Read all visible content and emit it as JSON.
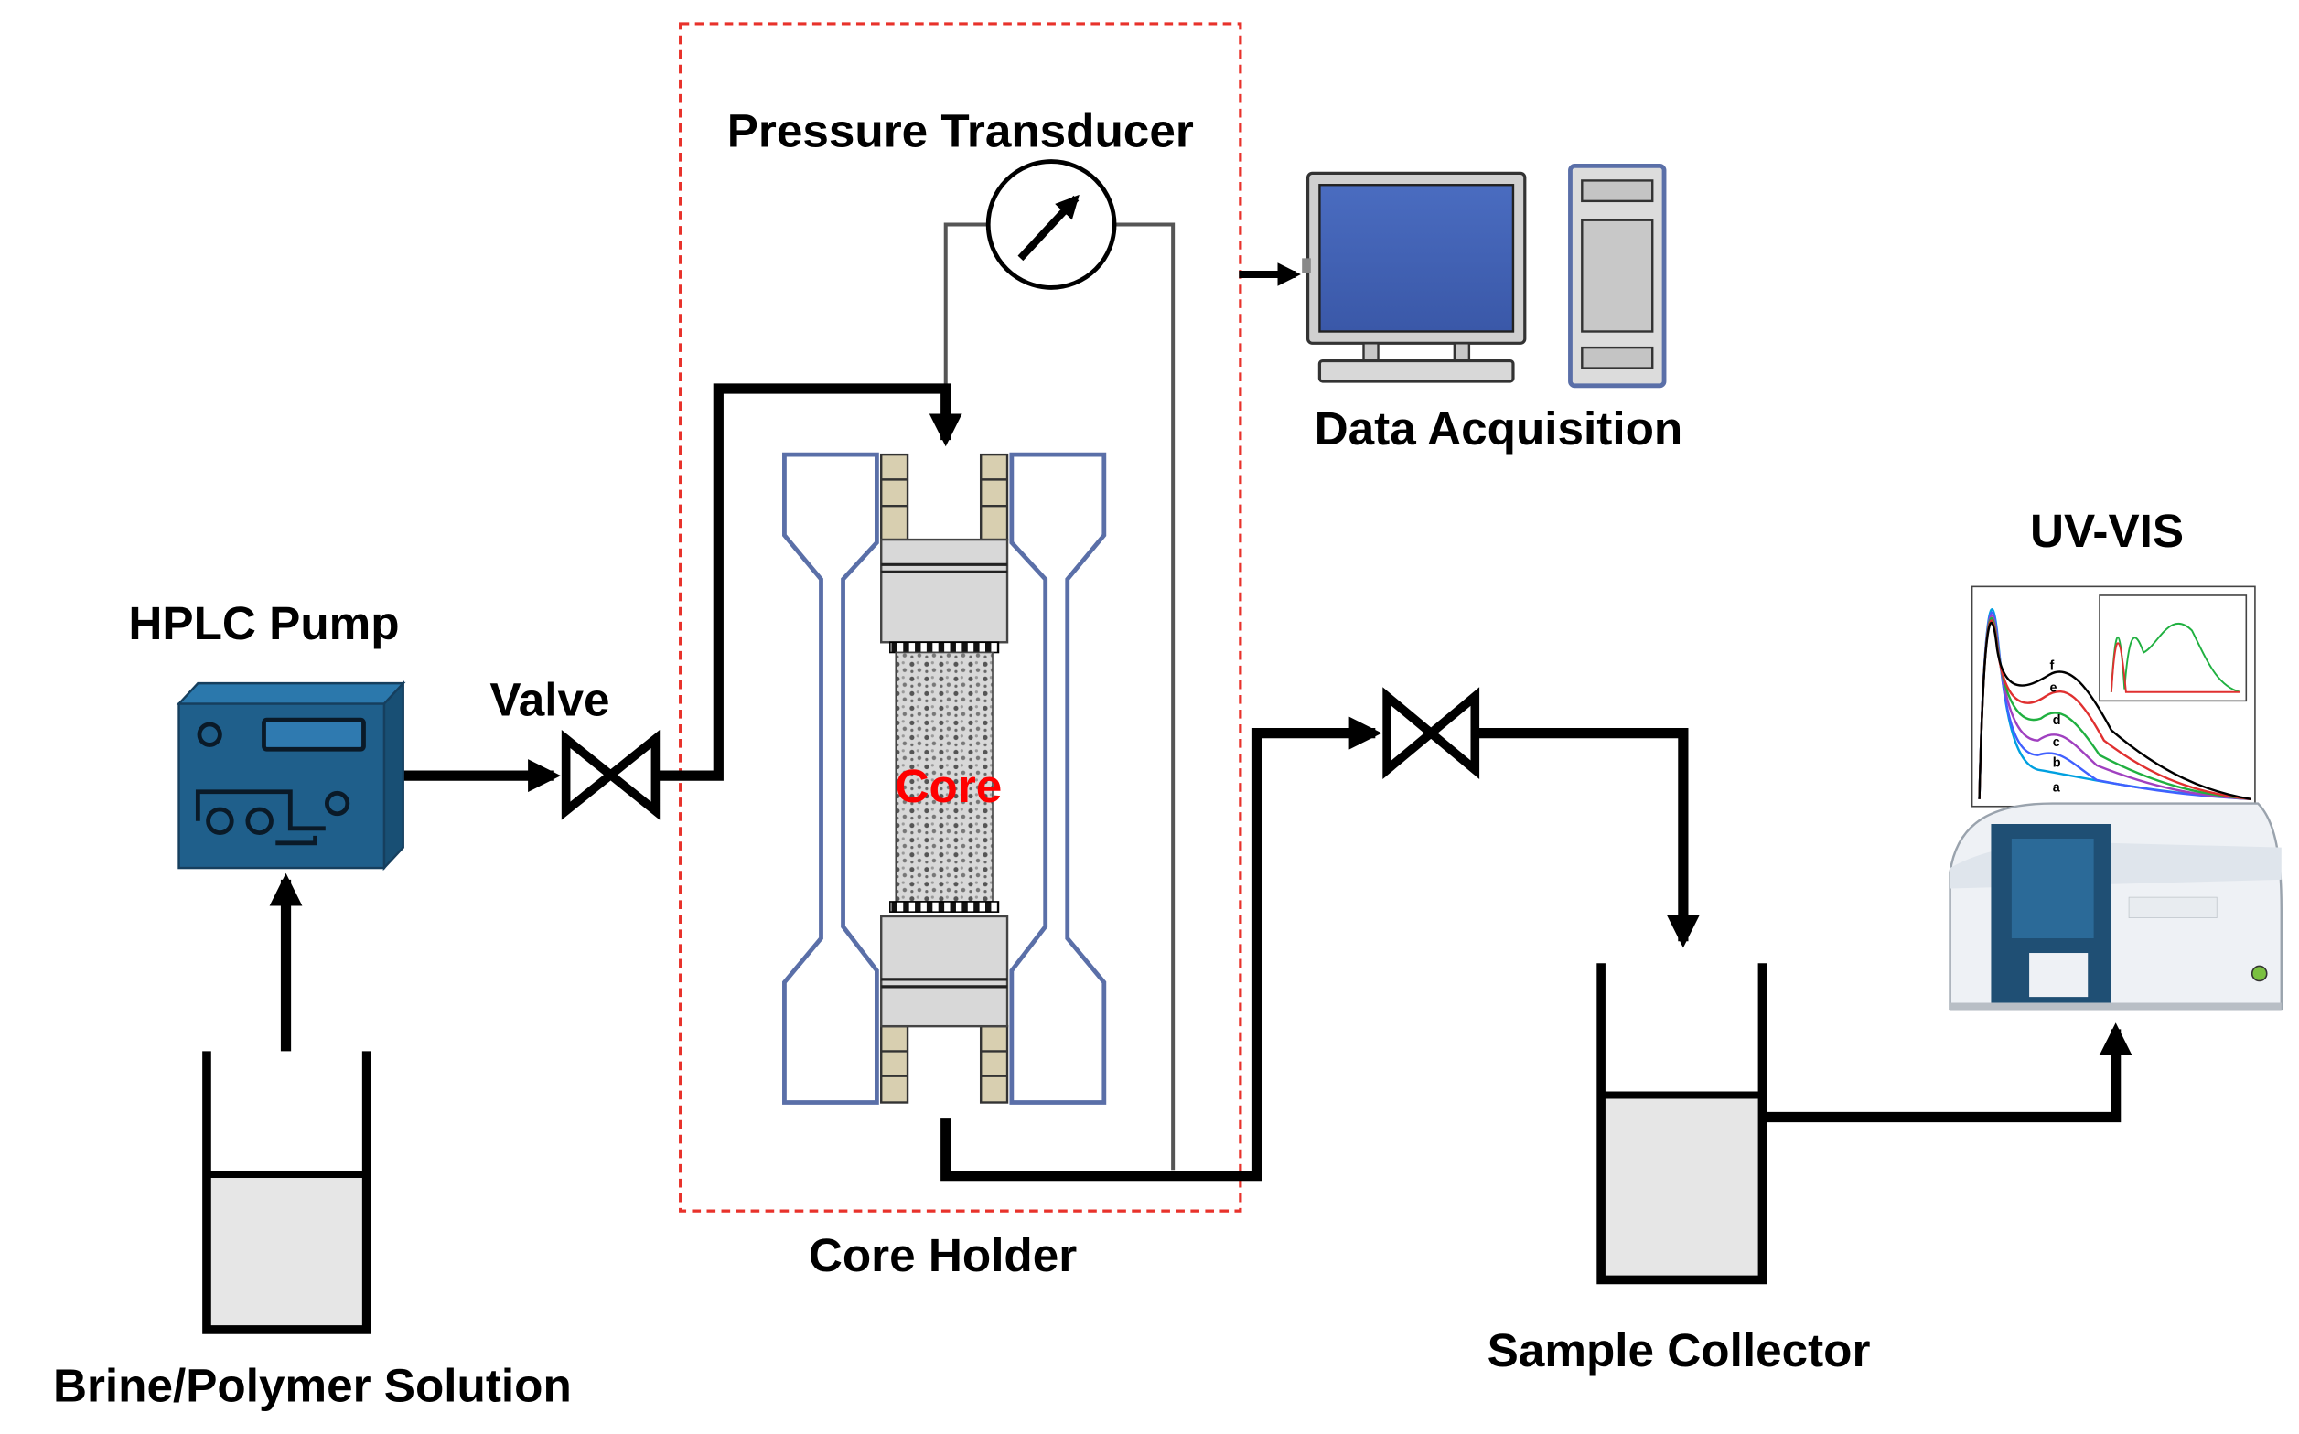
{
  "labels": {
    "pressure_transducer": "Pressure Transducer",
    "data_acquisition": "Data Acquisition",
    "uv_vis": "UV-VIS",
    "hplc_pump": "HPLC Pump",
    "valve": "Valve",
    "core": "Core",
    "core_holder": "Core Holder",
    "sample_collector": "Sample Collector",
    "brine_polymer_solution": "Brine/Polymer Solution"
  },
  "spectrum_curve_labels": [
    "a",
    "b",
    "c",
    "d",
    "e",
    "f"
  ],
  "colors": {
    "pipe": "#000000",
    "dashed_box": "#e8322b",
    "pump_body": "#1f5f8b",
    "monitor_screen": "#4463b0",
    "core_label": "#ff0000",
    "holder_outline": "#5a6fa8",
    "instrument_accent": "#1f4f74"
  },
  "spectrum_colors": [
    "#00a0e0",
    "#4060ff",
    "#a040c0",
    "#20b040",
    "#e03030",
    "#000000"
  ],
  "icons": [
    "pump-icon",
    "valve-icon",
    "gauge-icon",
    "monitor-icon",
    "computer-tower-icon",
    "beaker-icon",
    "core-holder-icon",
    "spectrophotometer-icon"
  ]
}
